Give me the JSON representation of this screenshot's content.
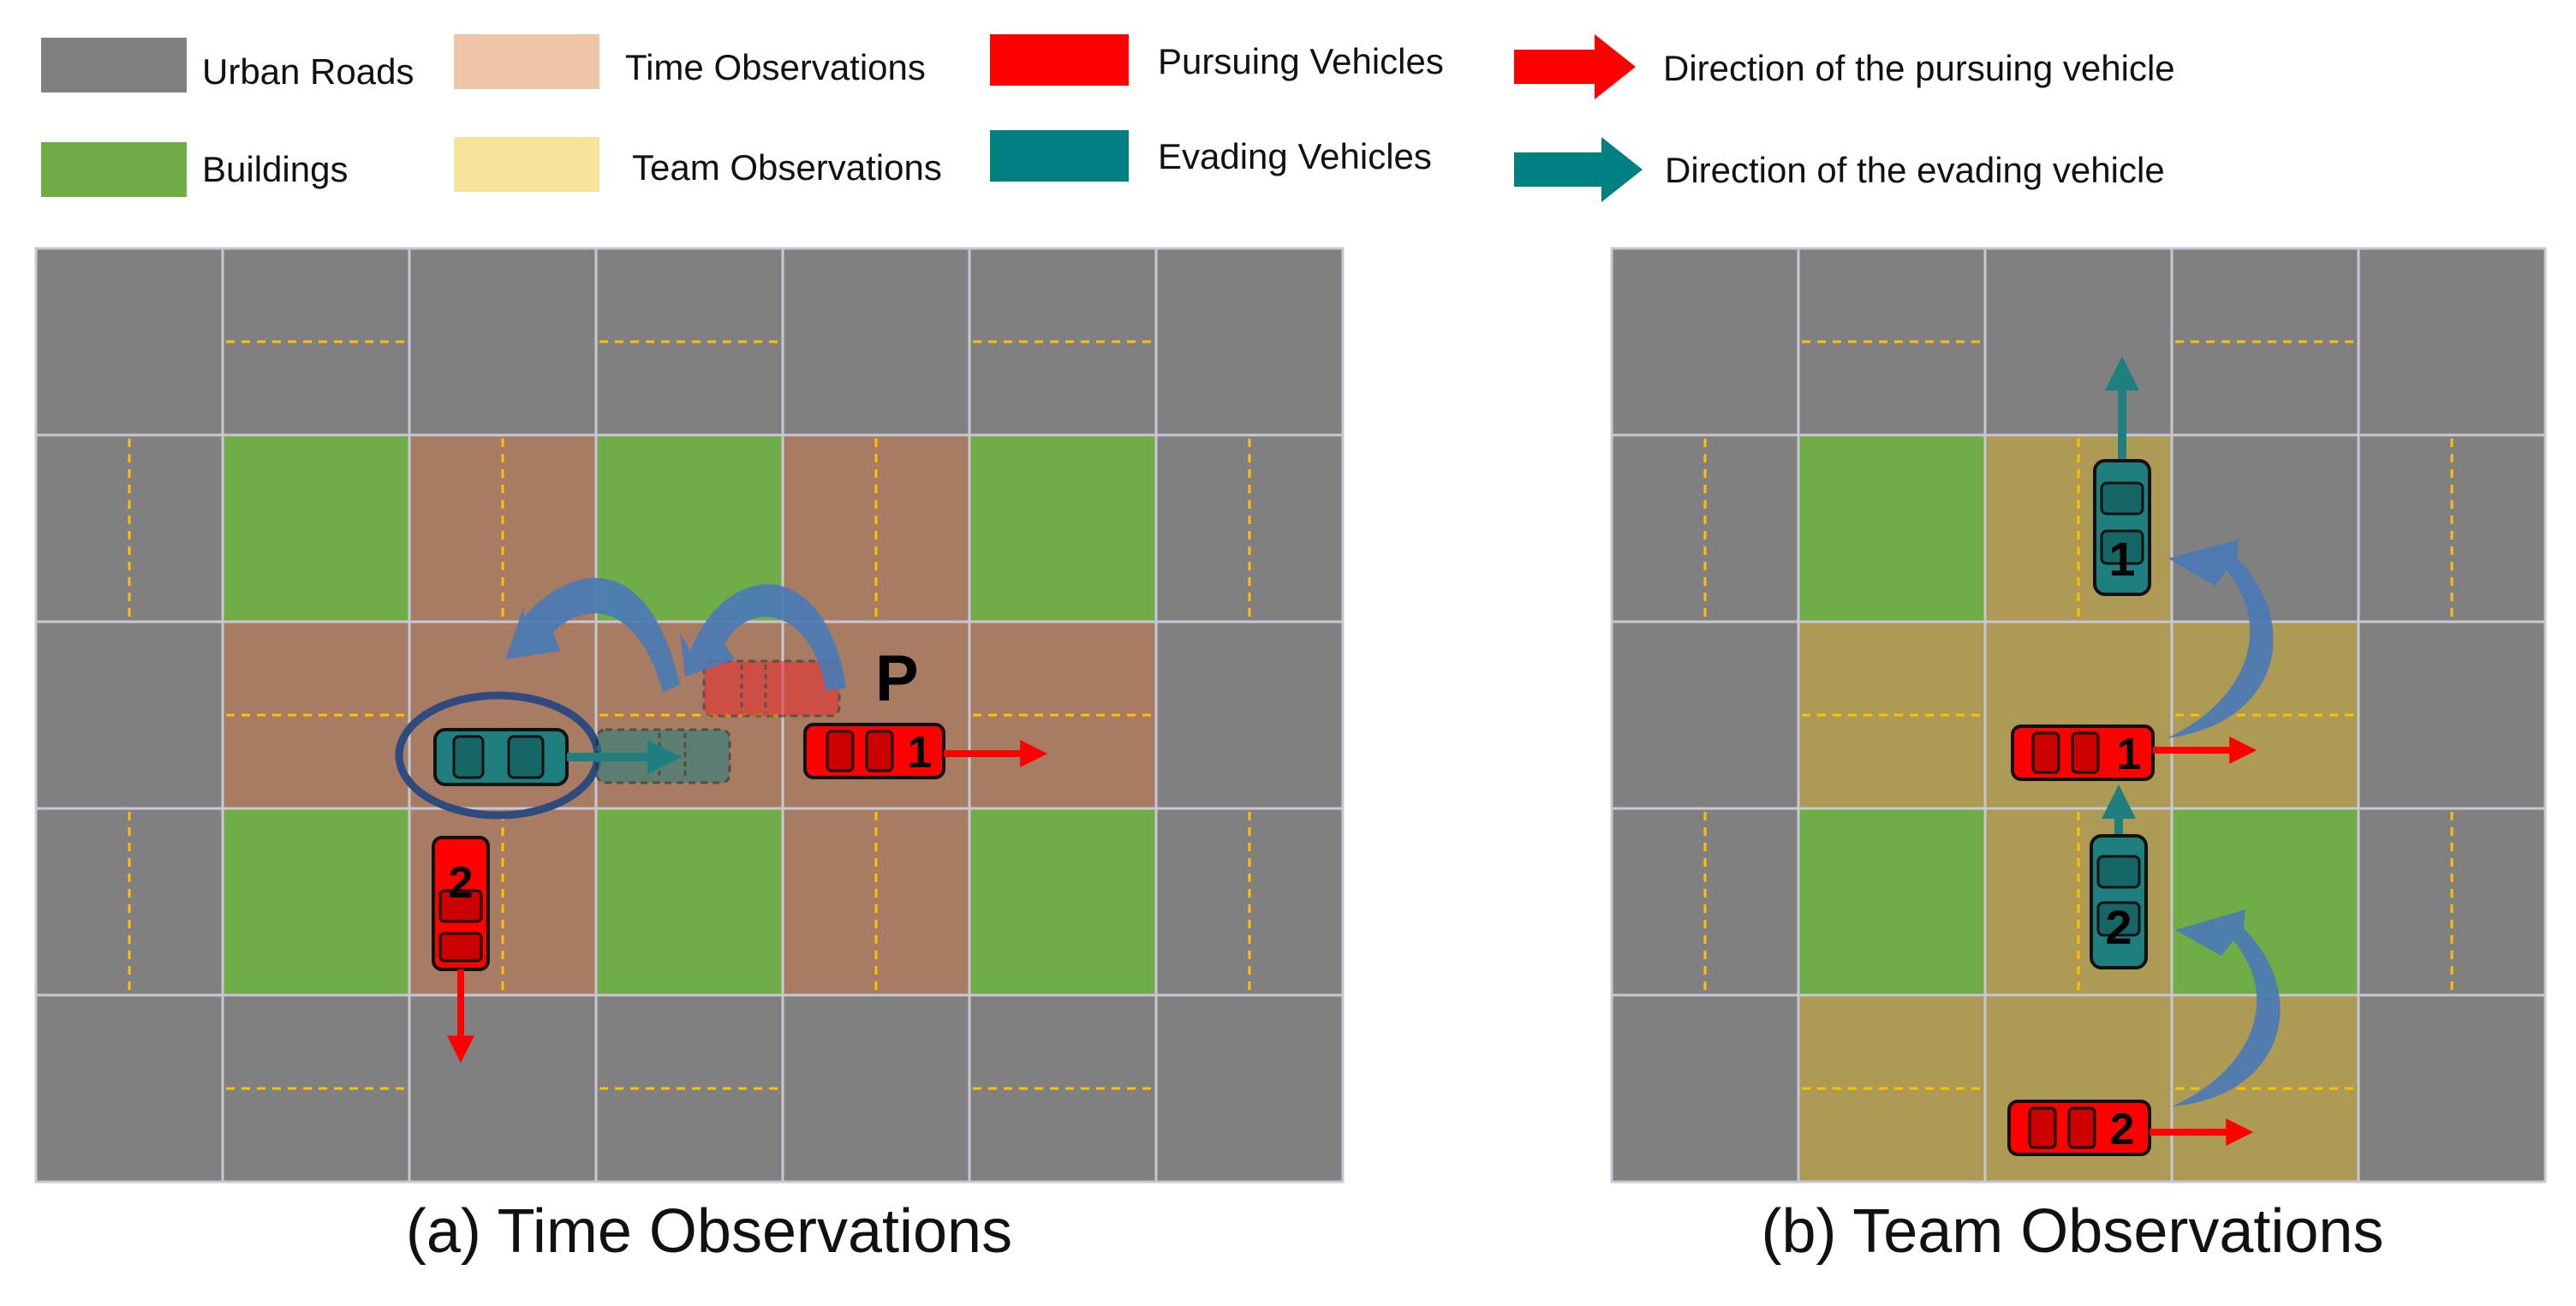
{
  "legend": {
    "urban_roads": "Urban Roads",
    "buildings": "Buildings",
    "time_observations": "Time Observations",
    "team_observations": "Team Observations",
    "pursuing_vehicles": "Pursuing Vehicles",
    "evading_vehicles": "Evading Vehicles",
    "pursuing_direction": "Direction of the pursuing vehicle",
    "evading_direction": "Direction of the evading vehicle"
  },
  "colors": {
    "road": "#808080",
    "building": "#70ad47",
    "time_observation": "#a77c63",
    "time_observation_legend": "#f0c6a8",
    "team_observation": "#ad9a55",
    "team_observation_legend": "#f8e39b",
    "pursuer": "#ff0000",
    "evader": "#008080",
    "curved_arrow": "#4a7ab5",
    "lane_mark": "#ffc000",
    "grid_line": "#c8c8d4"
  },
  "panel_a": {
    "caption": "(a) Time Observations",
    "previous_marker": "P",
    "pursuer_labels": [
      "1",
      "2"
    ]
  },
  "panel_b": {
    "caption": "(b) Team Observations",
    "pursuer_labels": [
      "1",
      "2"
    ],
    "evader_labels": [
      "1",
      "2"
    ]
  }
}
